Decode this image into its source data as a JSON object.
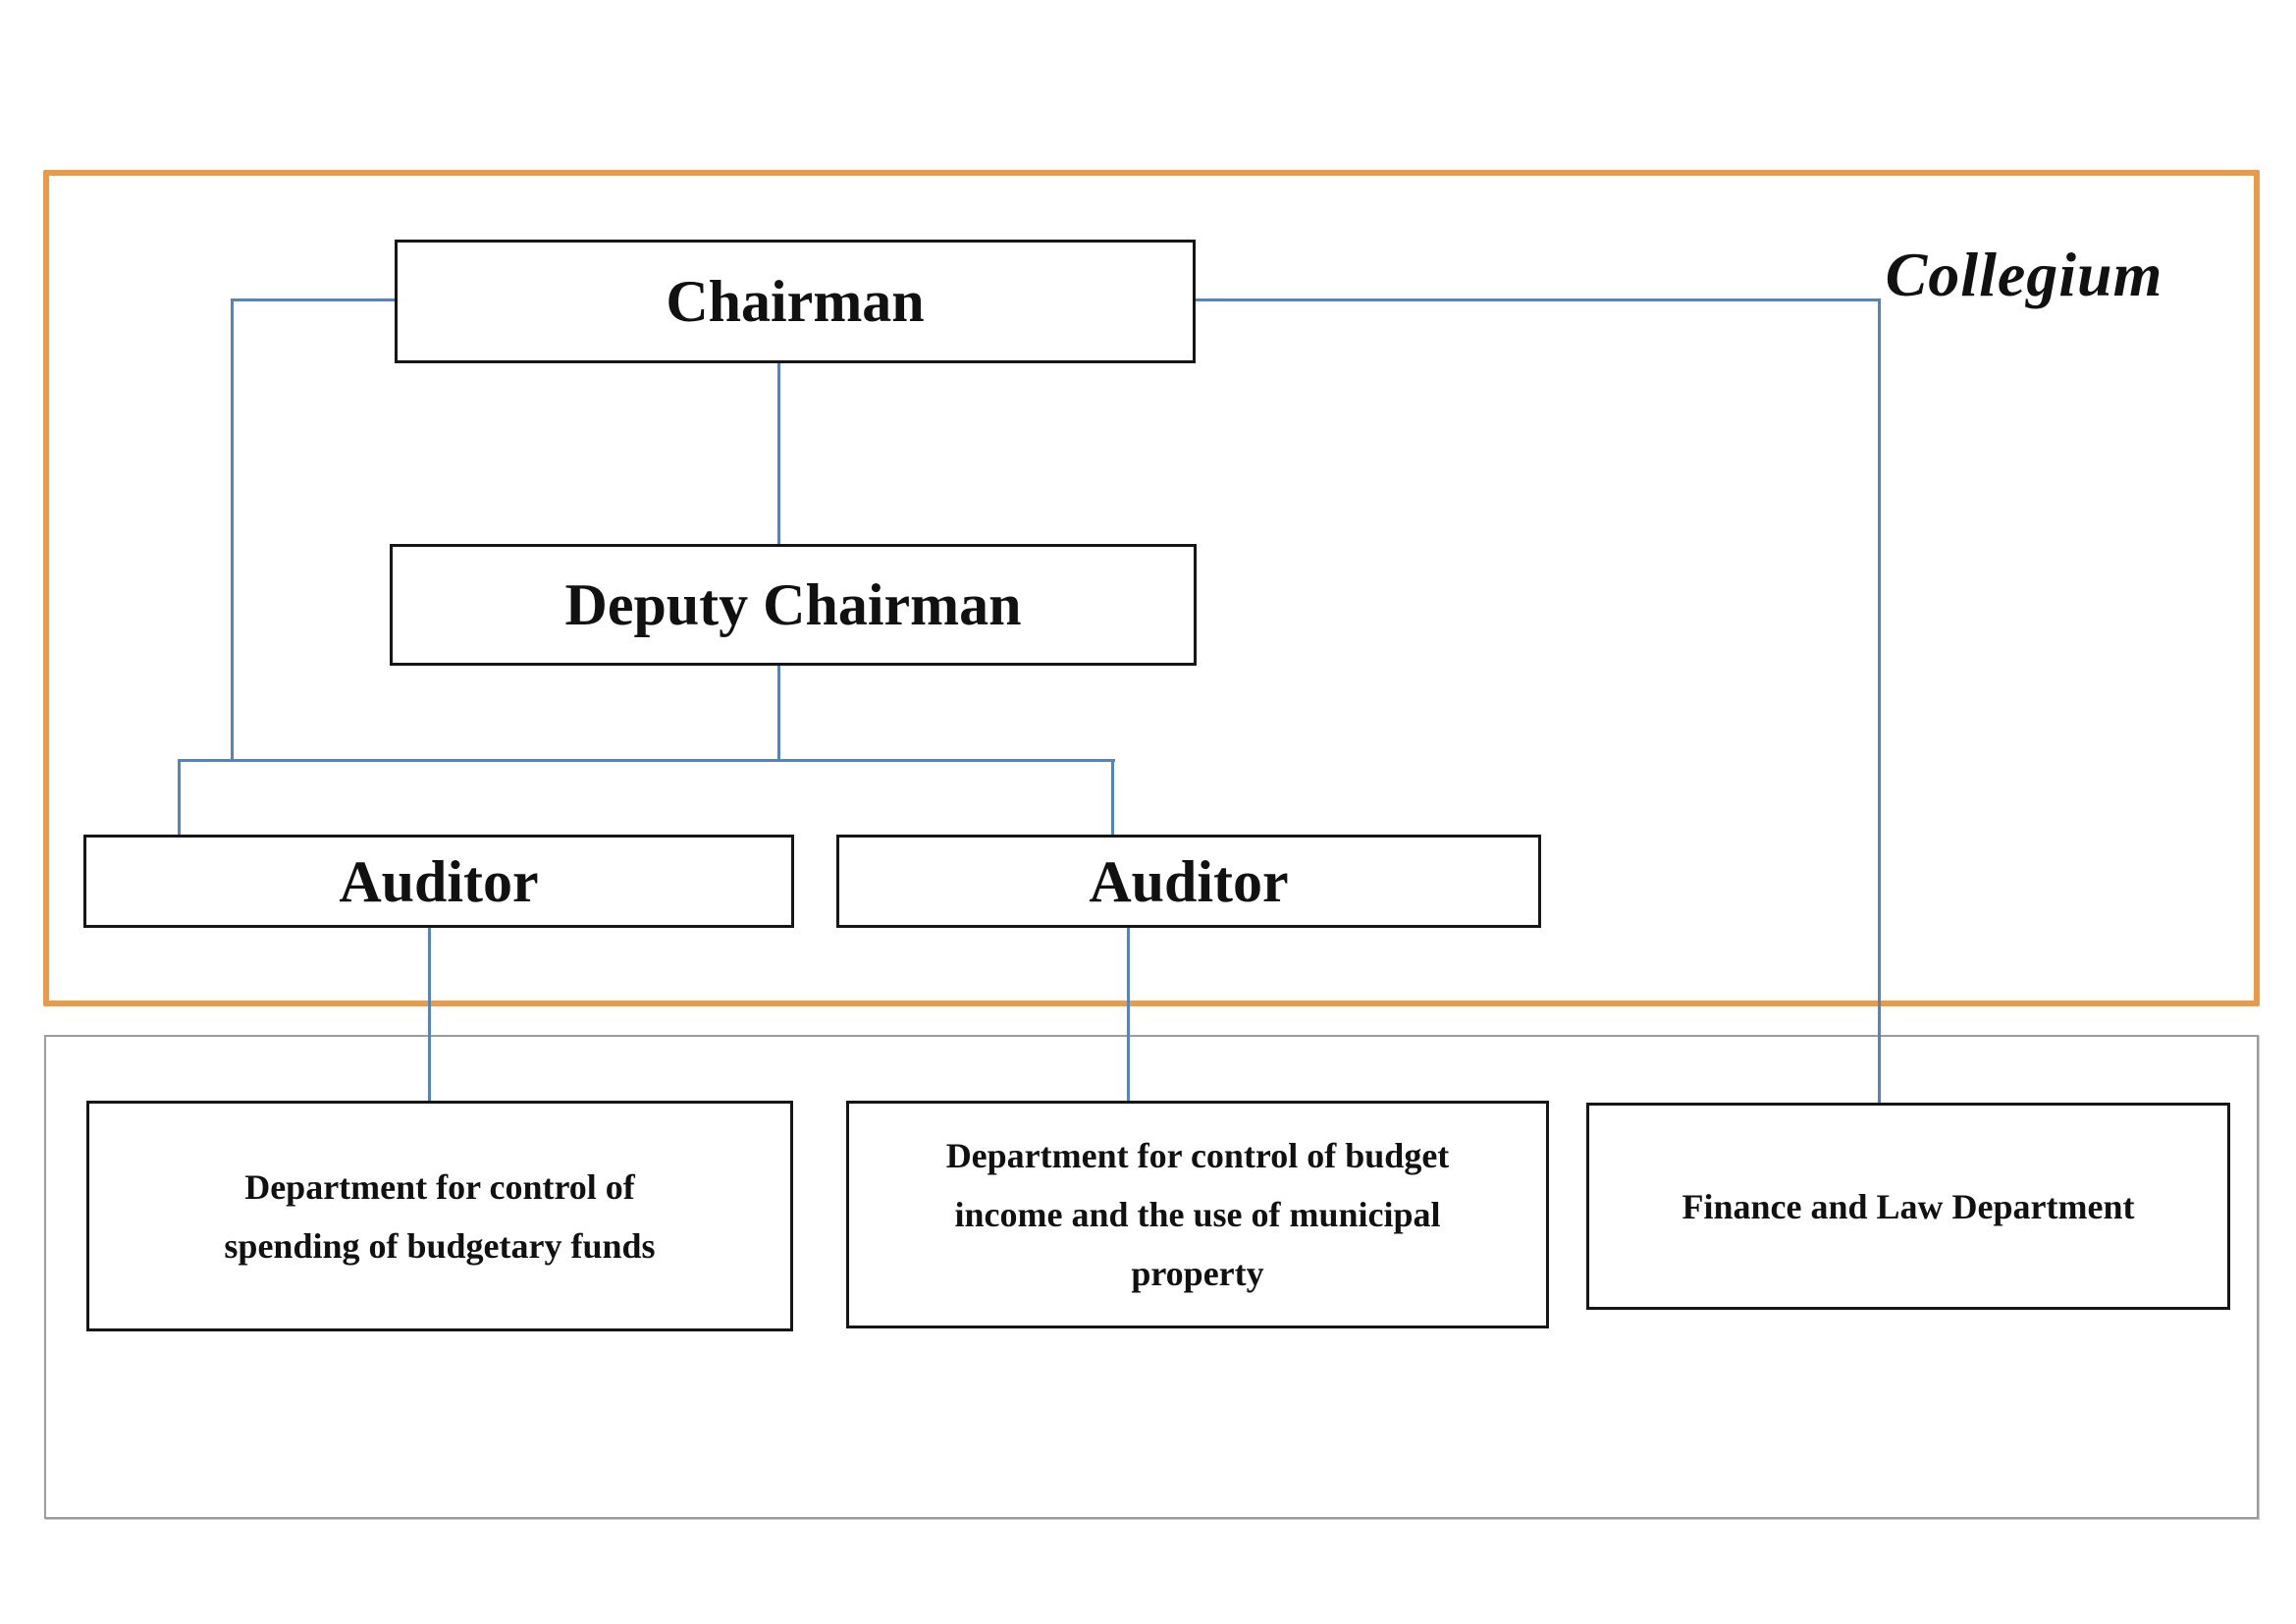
{
  "diagram": {
    "collegium_label": "Collegium",
    "nodes": {
      "chairman": "Chairman",
      "deputy_chairman": "Deputy Chairman",
      "auditor_left": "Auditor",
      "auditor_right": "Auditor",
      "dept_spending": "Department for control of\nspending of budgetary funds",
      "dept_income": "Department for control of budget\nincome and the use of municipal\nproperty",
      "dept_finance_law": "Finance and Law Department"
    },
    "colors": {
      "connector_blue": "#5483BD",
      "collegium_border_orange": "#EB9A48",
      "node_border_black": "#161616",
      "departments_border_gray": "#9B9B9B"
    }
  }
}
